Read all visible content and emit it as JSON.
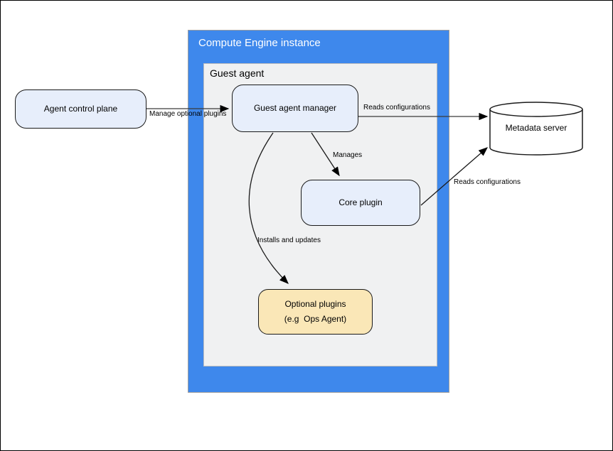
{
  "diagram": {
    "containers": {
      "compute_engine": {
        "title": "Compute Engine instance",
        "fill": "#3e88ec"
      },
      "guest_agent": {
        "title": "Guest agent",
        "fill": "#f0f1f2"
      }
    },
    "nodes": {
      "agent_control_plane": {
        "label": "Agent control plane",
        "fill": "#e7eefb"
      },
      "guest_agent_manager": {
        "label": "Guest agent manager",
        "fill": "#e7eefb"
      },
      "core_plugin": {
        "label": "Core plugin",
        "fill": "#e7eefb"
      },
      "optional_plugins": {
        "line1": "Optional plugins",
        "line2": "(e.g  Ops Agent)",
        "fill": "#fae7b7"
      },
      "metadata_server": {
        "label": "Metadata server",
        "fill": "#ffffff",
        "shape": "cylinder"
      }
    },
    "edges": [
      {
        "from": "agent_control_plane",
        "to": "guest_agent_manager",
        "label": "Manage optional plugins"
      },
      {
        "from": "guest_agent_manager",
        "to": "metadata_server",
        "label": "Reads configurations"
      },
      {
        "from": "guest_agent_manager",
        "to": "core_plugin",
        "label": "Manages"
      },
      {
        "from": "core_plugin",
        "to": "metadata_server",
        "label": "Reads configurations"
      },
      {
        "from": "guest_agent_manager",
        "to": "optional_plugins",
        "label": "Installs and updates"
      }
    ]
  }
}
